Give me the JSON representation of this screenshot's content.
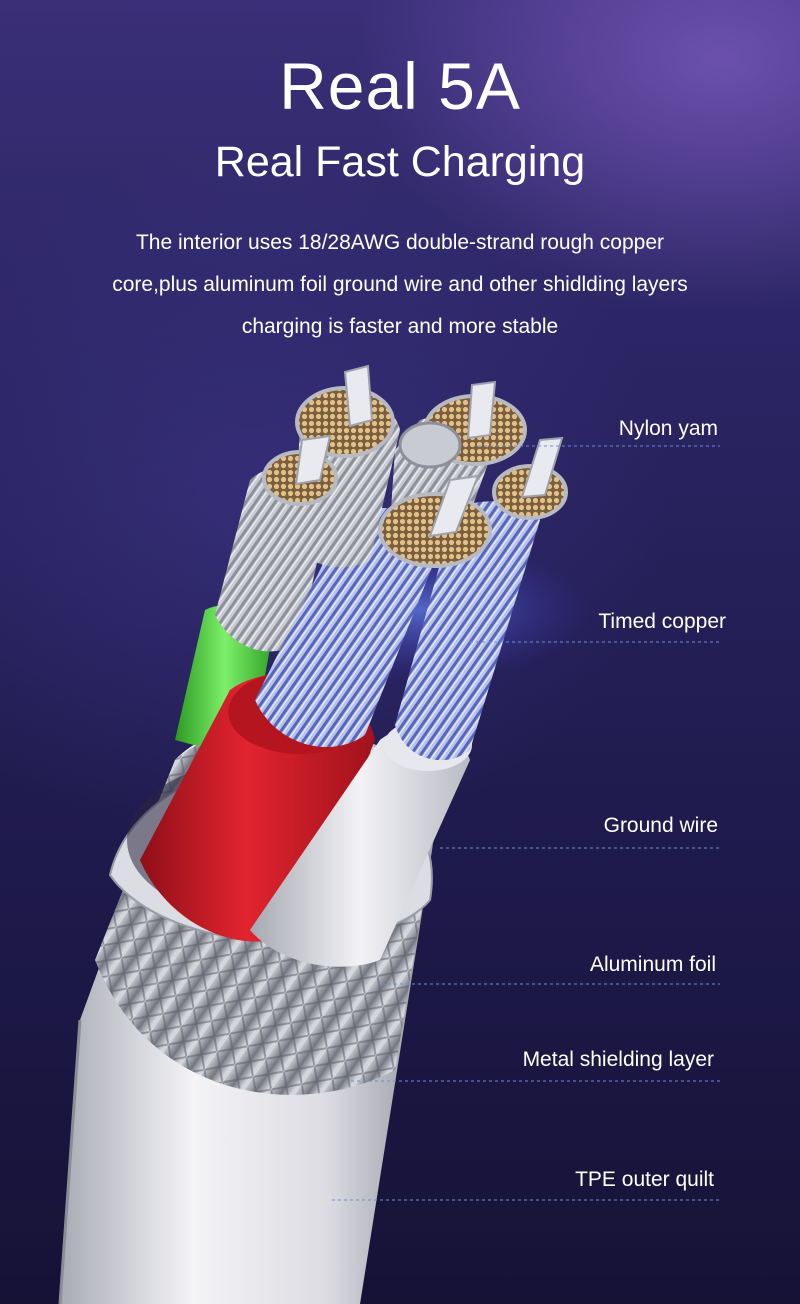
{
  "headline": "Real 5A",
  "subheadline": "Real Fast Charging",
  "description": [
    "The interior uses 18/28AWG double-strand rough copper",
    "core,plus aluminum foil ground wire and other shidlding layers",
    "charging is faster and more stable"
  ],
  "callouts": [
    "Nylon yam",
    "Timed copper",
    "Ground wire",
    "Aluminum foil",
    "Metal shielding layer",
    "TPE outer quilt"
  ],
  "colors": {
    "background_top": "#3a2f78",
    "background_bottom": "#161236",
    "text": "#ffffff",
    "callout_line": "#6f8fd0",
    "wire_red": "#d41d2a",
    "wire_green": "#4bd63a",
    "wire_white": "#e8e8ec",
    "strand_silver": "#c9cbd3",
    "copper_dots": "#d9b27a"
  }
}
